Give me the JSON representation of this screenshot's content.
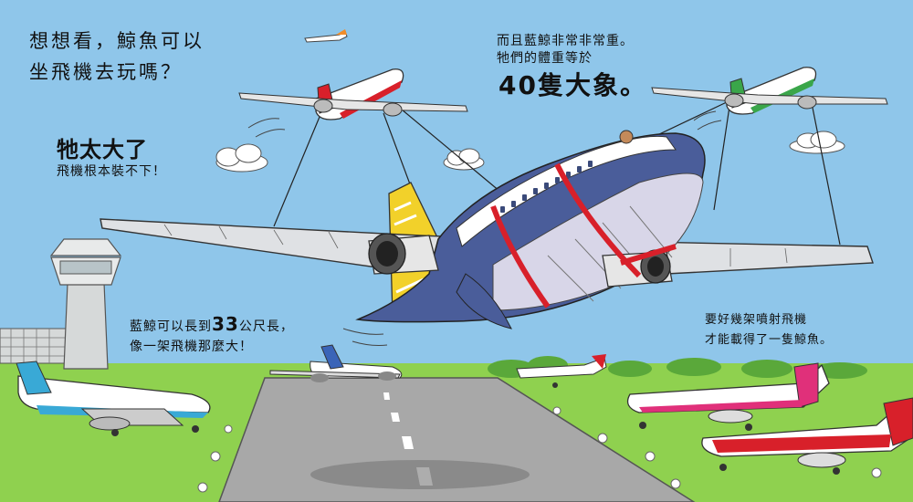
{
  "colors": {
    "sky": "#8fc6ea",
    "grass": "#8fd14f",
    "runway": "#a8a8a8",
    "whale": "#4a5d9a",
    "strap": "#d8202a",
    "tower": "#d6d9d9"
  },
  "texts": {
    "question_line1": "想想看，鯨魚可以",
    "question_line2": "坐飛機去玩嗎？",
    "weight_line1": "而且藍鯨非常非常重。",
    "weight_line2": "牠們的體重等於",
    "weight_big": "40隻大象。",
    "toobig_big": "牠太大了",
    "toobig_line2": "飛機根本裝不下！",
    "length_line1_pre": "藍鯨可以長到",
    "length_line1_num": "33",
    "length_line1_post": "公尺長，",
    "length_line2": "像一架飛機那麼大！",
    "jets_line1": "要好幾架噴射飛機",
    "jets_line2": "才能載得了一隻鯨魚。"
  },
  "icons": [
    "whale-airplane",
    "red-airplane-icon",
    "green-airplane-icon",
    "control-tower-icon",
    "cloud-icon",
    "parked-plane-icon"
  ]
}
